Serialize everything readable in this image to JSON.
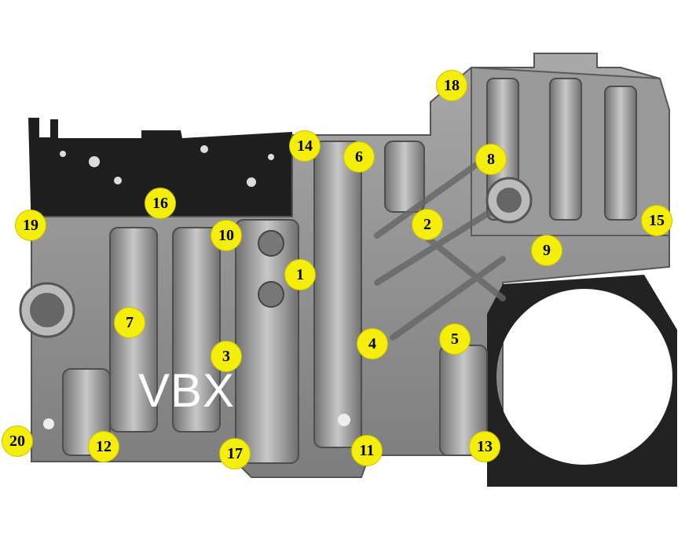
{
  "watermark": "VBX",
  "markers": [
    "1",
    "2",
    "3",
    "4",
    "5",
    "6",
    "7",
    "8",
    "9",
    "10",
    "11",
    "12",
    "13",
    "14",
    "15",
    "16",
    "17",
    "18",
    "19",
    "20"
  ],
  "colors": {
    "marker": "#f5ee0a",
    "body": "#8e8e8e",
    "gasket": "#1e1e1e"
  }
}
